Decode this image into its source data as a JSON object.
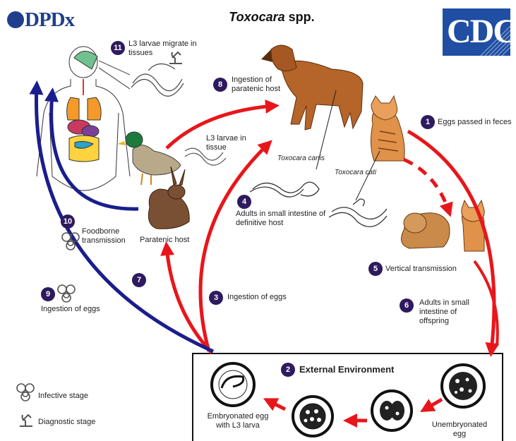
{
  "header": {
    "logo_left": "DPDx",
    "title_italic": "Toxocara",
    "title_rest": " spp.",
    "logo_right": "CDC"
  },
  "steps": {
    "s1": {
      "num": "1",
      "text": "Eggs passed in feces"
    },
    "s2": {
      "num": "2",
      "text": "External Environment"
    },
    "s3": {
      "num": "3",
      "text": "Ingestion of eggs"
    },
    "s4": {
      "num": "4",
      "text": "Adults in small intestine of definitive host"
    },
    "s5": {
      "num": "5",
      "text": "Vertical transmission"
    },
    "s6": {
      "num": "6",
      "text": "Adults in small intestine of offspring"
    },
    "s7": {
      "num": "7"
    },
    "s8": {
      "num": "8",
      "text": "Ingestion of paratenic host"
    },
    "s9": {
      "num": "9",
      "text": "Ingestion of eggs"
    },
    "s10": {
      "num": "10",
      "text": "Foodborne transmission"
    },
    "s11": {
      "num": "11",
      "text": "L3 larvae migrate in tissues"
    }
  },
  "labels": {
    "paratenic_host": "Paratenic host",
    "l3_in_tissue": "L3 larvae in tissue",
    "toxocara_canis": "Toxocara canis",
    "toxocara_cati": "Toxocara cati",
    "embryonated_egg": "Embryonated egg with L3 larva",
    "unembryonated_egg": "Unembryonated egg"
  },
  "legend": {
    "infective": "Infective stage",
    "diagnostic": "Diagnostic stage"
  },
  "colors": {
    "red_arrow": "#e8161b",
    "blue_arrow": "#1a1e8c",
    "step_badge": "#2e1a5e",
    "brand_blue": "#1f3f8c"
  }
}
